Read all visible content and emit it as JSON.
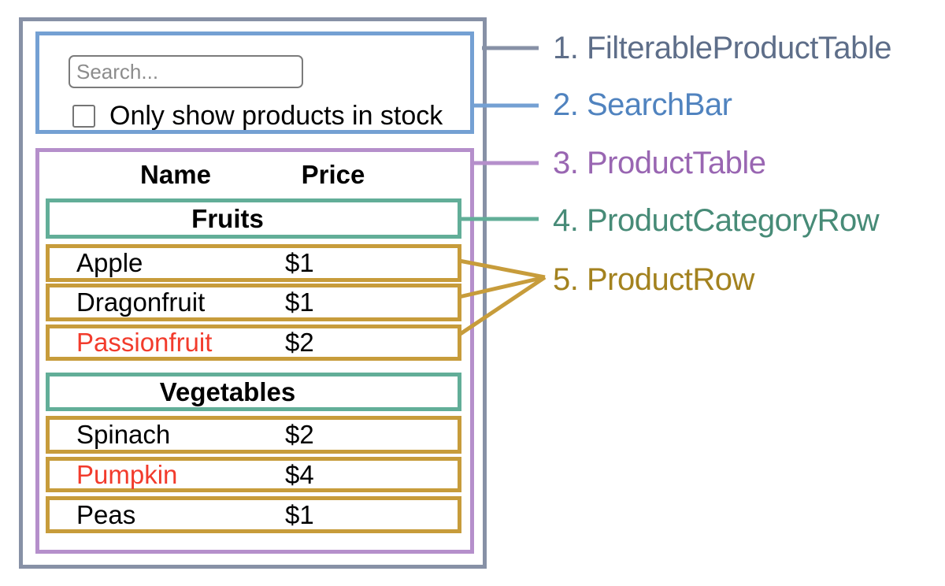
{
  "colors": {
    "container_border": "#8791A6",
    "searchbar_border": "#74A0D3",
    "producttable_border": "#B58FCB",
    "category_border": "#62AE98",
    "productrow_border": "#C79C3B",
    "label1_text": "#5E6E89",
    "label2_text": "#5083BF",
    "label3_text": "#9966B2",
    "label4_text": "#478B77",
    "label5_text": "#A3821F",
    "out_of_stock_text": "#F23B2C"
  },
  "search_bar": {
    "placeholder": "Search...",
    "checkbox_label": "Only show products in stock",
    "checkbox_checked": false
  },
  "product_table": {
    "columns": [
      "Name",
      "Price"
    ],
    "sections": [
      {
        "category": "Fruits",
        "rows": [
          {
            "name": "Apple",
            "price": "$1",
            "out_of_stock": false
          },
          {
            "name": "Dragonfruit",
            "price": "$1",
            "out_of_stock": false
          },
          {
            "name": "Passionfruit",
            "price": "$2",
            "out_of_stock": true
          }
        ]
      },
      {
        "category": "Vegetables",
        "rows": [
          {
            "name": "Spinach",
            "price": "$2",
            "out_of_stock": false
          },
          {
            "name": "Pumpkin",
            "price": "$4",
            "out_of_stock": true
          },
          {
            "name": "Peas",
            "price": "$1",
            "out_of_stock": false
          }
        ]
      }
    ]
  },
  "legend": [
    {
      "label": "1. FilterableProductTable"
    },
    {
      "label": "2. SearchBar"
    },
    {
      "label": "3. ProductTable"
    },
    {
      "label": "4. ProductCategoryRow"
    },
    {
      "label": "5. ProductRow"
    }
  ]
}
